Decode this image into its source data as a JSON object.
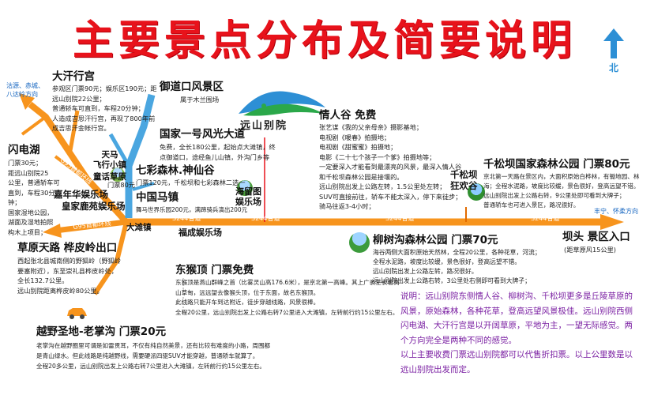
{
  "title": "主要景点分布及简要说明",
  "compass": {
    "label": "北"
  },
  "colors": {
    "road_orange": "#f7941d",
    "road_blue": "#4aa6e0",
    "title_red": "#e8121b",
    "note_purple": "#7a1fa2"
  },
  "roads": {
    "s244_a": "S244省道",
    "s244_b": "S244省道",
    "s244_c": "S244省道",
    "s244_d": "S244省道",
    "g95_short": "G95首都环线",
    "g95_long": "G95首都环线",
    "to_west": "沽源、赤城、\n八达岭方向",
    "to_east": "丰宁、怀柔方向"
  },
  "hub": "大滩镇",
  "logo_text": "远山别院",
  "spots": {
    "dahan": {
      "name": "大汗行宫",
      "desc": [
        "参观区门票90元；娱乐区190元；距",
        "远山别院22公里；",
        "普通轿车可直到，车程20分钟；",
        "人造成吉思汗行宫，再现了800年前",
        "成吉思汗金帐行宫。"
      ]
    },
    "shandian": {
      "name": "闪电湖",
      "desc": [
        "门票30元；",
        "距远山别院25",
        "公里，普通轿车可",
        "直到，车程30分",
        "钟；",
        "国家湿地公园，",
        "湖面及湿地拍照",
        "构木上项目；"
      ]
    },
    "tianma": {
      "name": "天马\n飞行小镇"
    },
    "tongqu": {
      "name": "童话草原",
      "desc": [
        "门票80元"
      ]
    },
    "jianianhua": {
      "name": "嘉年华娱乐场"
    },
    "huangjia": {
      "name": "皇家鹿苑娱乐场"
    },
    "yudaokou": {
      "name": "御道口风景区",
      "desc": [
        "属于木兰围场"
      ]
    },
    "guojia1": {
      "name": "国家一号风光大道",
      "desc": [
        "免费，全长180公里，起始点大滩镇，终",
        "点御道口，途经鱼儿山镇，外沟门乡等"
      ]
    },
    "qicaisen": {
      "name": "七彩森林.神仙谷",
      "desc": [
        "门票120元，千松坝和七彩森林二选一"
      ]
    },
    "zhongguoma": {
      "name": "中国马镇",
      "desc": [
        "舞马世界乐园200元，满蹄骑兵演出200元"
      ]
    },
    "haiyintu": {
      "name": "海留图\n娱乐场"
    },
    "fucheng": {
      "name": "福成娱乐场"
    },
    "qingrengu": {
      "name": "情人谷 免费",
      "desc": [
        "张艺谋《我的父亲母亲》摄影基地；",
        "电视剧《暖春》拍摄地；",
        "电视剧《甜蜜蜜》拍摄地；",
        "电影《二十七个孩子一个爹》拍摄地等；",
        "一定要深入才能看到最漂亮的风景，最深入情人谷",
        "和千松坝森林公园是接壤的。",
        "远山别院出发上公路左转，1.5公里处左转；",
        "SUV可直接前往，轿车不能太深入，停下来徒步；",
        "骑马往返3-4小时；"
      ]
    },
    "qiansongba_small": {
      "name": "千松坝\n狂欢谷"
    },
    "qiansongba": {
      "name": "千松坝国家森林公园 门票80元",
      "desc": [
        "京北第一天路在景区内，大面积原始白桦林，有锄地园、林",
        "海；全程水泥路，坡度比较缓，景色很好，登高远望不错。",
        "远山别院出发上公路右转，9公里处即可看到大牌子；",
        "普通轿车也可进入景区，路况很好。"
      ]
    },
    "liushugou": {
      "name": "柳树沟森林公园 门票70元",
      "desc": [
        "海谷两侧大面积原始天然林，全程20公里，各种花草，河流；",
        "全程水泥路，坡度比较缓，景色很好，登高远望不错。",
        "远山别院出发上公路左转，路况很好。",
        "远山别院出发上公路右转，3公里处右侧即可看到大牌子；"
      ]
    },
    "batou": {
      "name": "坝头 景区入口",
      "desc": [
        "(距草原风15公里)"
      ]
    },
    "caoyuan": {
      "name": "草原天路 桦皮岭出口",
      "desc": [
        "西起张北县城南侧的野狐岭（野狐岭",
        "要塞附近），东至崇礼县桦皮岭处，",
        "全长132.7公里。",
        "远山别院距离桦皮岭80公里。"
      ]
    },
    "donghou": {
      "name": "东猴顶 门票免费",
      "desc": [
        "东猴顶是燕山群峰之首（比雾灵山高176.6米），是京北第一高峰。其上广袤生长着高",
        "山草甸，远远望去像猴头顶，位于东面，故名东猴顶。",
        "此线路只能开车到达附近，徒步穿越线路，风景很棒。",
        "全程20公里，远山别院出发上公路右转7公里进入大滩镇，左转前行约15公里左右。"
      ]
    },
    "yueye": {
      "name": "越野圣地-老掌沟 门票20元",
      "desc": [
        "老掌沟在越野圈里可谓是如雷贯耳，不仅有纯自然美景，还有比较有难度的小路，周围都",
        "是青山绿水。但此线路是纯越野线，需要硬派四驱SUV才能穿越，普通轿车就算了。",
        "全程20多公里，远山别院出发上公路右转7公里进入大滩镇，左转前行约15公里左右。"
      ]
    }
  },
  "note": [
    "说明：远山别院东侧情人谷、柳树沟、千松坝更多是丘陵草原的",
    "风景，原始森林，各种花草，登高远望风景极佳。远山别院西侧",
    "闪电湖、大汗行宫是以开阔草原，平地为主，一望无际感觉。两",
    "个方向完全是两种不同的感觉。",
    "以上主要收费门票远山别院都可以代售折扣票。以上公里数是以",
    "远山别院出发而定。"
  ]
}
